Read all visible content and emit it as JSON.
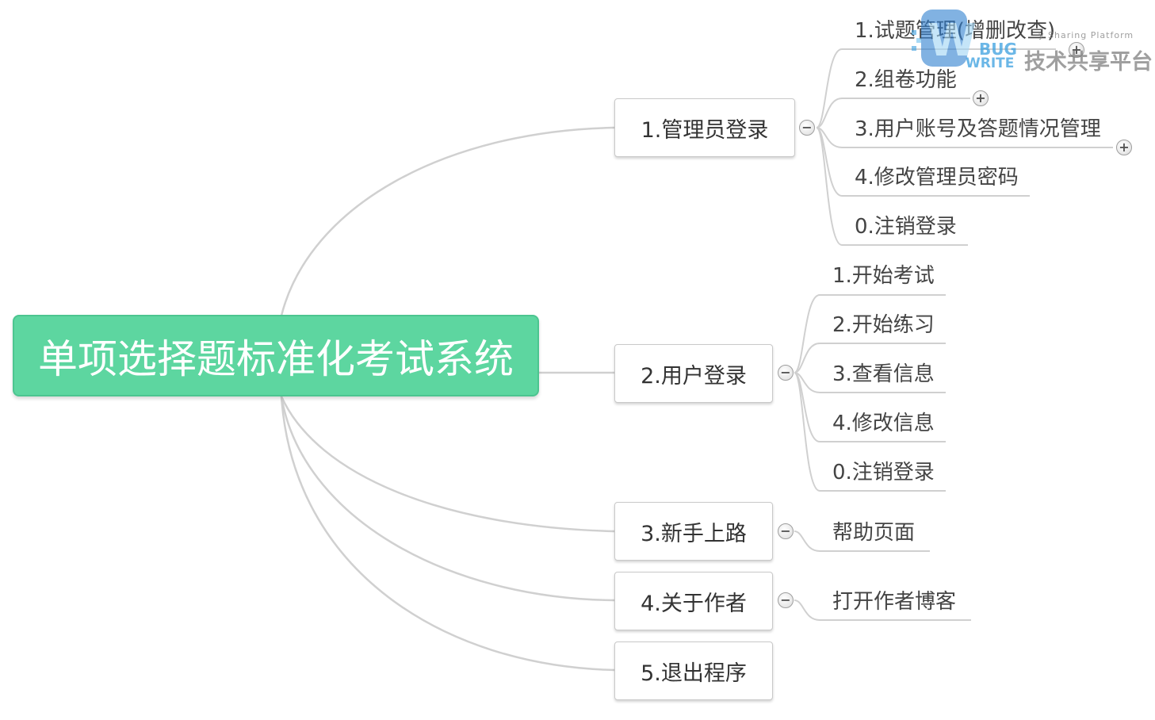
{
  "root": {
    "label": "单项选择题标准化考试系统"
  },
  "branches": [
    {
      "label": "1.管理员登录",
      "toggle": "−",
      "children": [
        {
          "label": "1.试题管理(增删改查)",
          "toggle": "+"
        },
        {
          "label": "2.组卷功能",
          "toggle": "+"
        },
        {
          "label": "3.用户账号及答题情况管理",
          "toggle": "+"
        },
        {
          "label": "4.修改管理员密码"
        },
        {
          "label": "0.注销登录"
        }
      ]
    },
    {
      "label": "2.用户登录",
      "toggle": "−",
      "children": [
        {
          "label": "1.开始考试"
        },
        {
          "label": "2.开始练习"
        },
        {
          "label": "3.查看信息"
        },
        {
          "label": "4.修改信息"
        },
        {
          "label": "0.注销登录"
        }
      ]
    },
    {
      "label": "3.新手上路",
      "toggle": "−",
      "children": [
        {
          "label": "帮助页面"
        }
      ]
    },
    {
      "label": "4.关于作者",
      "toggle": "−",
      "children": [
        {
          "label": "打开作者博客"
        }
      ]
    },
    {
      "label": "5.退出程序",
      "children": []
    }
  ],
  "watermark": {
    "bug": "BUG",
    "write": "WRITE",
    "tagline": "y Sharing Platform",
    "cn": "技术共享平台",
    "logo_icon": "wb-logo-icon"
  },
  "colors": {
    "root_fill": "#5dd6a0",
    "line": "#d0d0d0",
    "watermark_blue": "#3aa0e0"
  }
}
